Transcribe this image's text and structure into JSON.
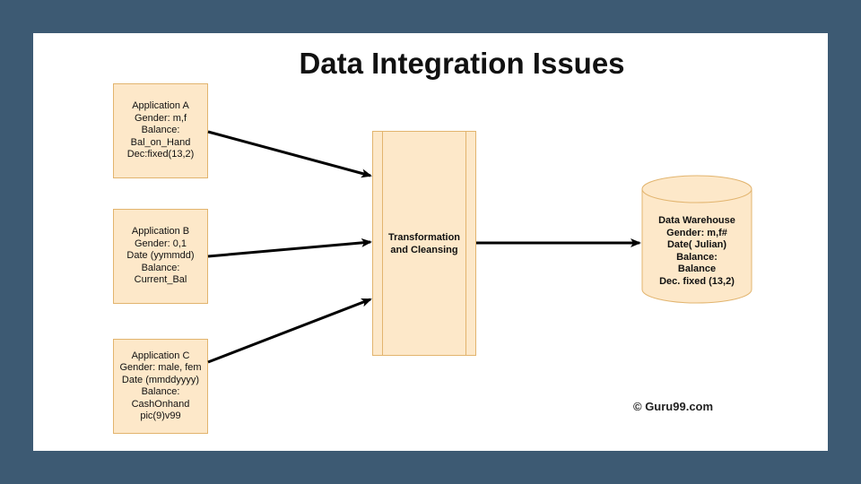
{
  "title": "Data Integration Issues",
  "sources": [
    {
      "lines": [
        "Application A",
        "Gender: m,f",
        "Balance:",
        "Bal_on_Hand",
        "Dec:fixed(13,2)"
      ]
    },
    {
      "lines": [
        "Application B",
        "Gender: 0,1",
        "Date (yymmdd)",
        "Balance:",
        "Current_Bal"
      ]
    },
    {
      "lines": [
        "Application C",
        "Gender: male, fem",
        "Date (mmddyyyy)",
        "Balance:",
        "CashOnhand",
        "pic(9)v99"
      ]
    }
  ],
  "process": {
    "lines": [
      "Transformation",
      "and Cleansing"
    ]
  },
  "warehouse": {
    "lines": [
      "Data Warehouse",
      "Gender: m,f#",
      "Date( Julian)",
      "Balance:",
      "Balance",
      "Dec. fixed (13,2)"
    ]
  },
  "copyright": "© Guru99.com",
  "colors": {
    "frame": "#3d5a73",
    "box_fill": "#fde8c9",
    "box_border": "#e2b46e",
    "arrow": "#000000"
  }
}
